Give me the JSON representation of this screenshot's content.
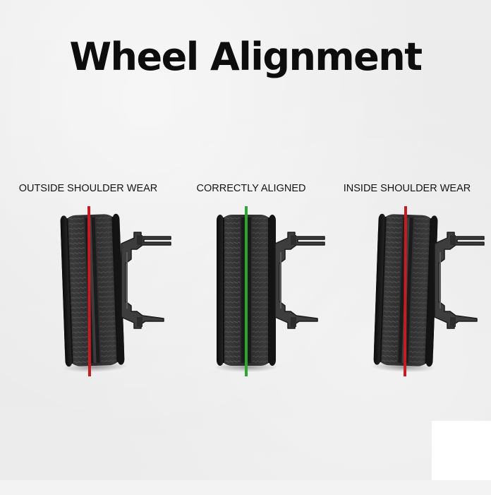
{
  "title": "Wheel Alignment",
  "panels": [
    {
      "label": "OUTSIDE SHOULDER WEAR",
      "line_color": "#c41e24",
      "line_icon": "red-line"
    },
    {
      "label": "CORRECTLY ALIGNED",
      "line_color": "#2fa62f",
      "line_icon": "green-line"
    },
    {
      "label": "INSIDE SHOULDER WEAR",
      "line_color": "#c41e24",
      "line_icon": "red-line"
    }
  ]
}
